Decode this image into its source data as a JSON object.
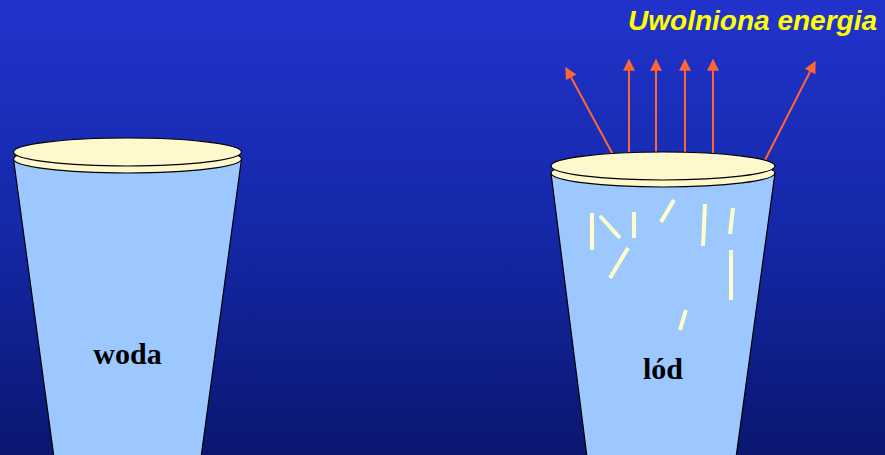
{
  "diagram": {
    "nodes": [
      {
        "text": [
          "woda"
        ]
      },
      {
        "text": [
          "lód"
        ]
      }
    ],
    "labels": [
      "Uwolniona energia"
    ]
  }
}
